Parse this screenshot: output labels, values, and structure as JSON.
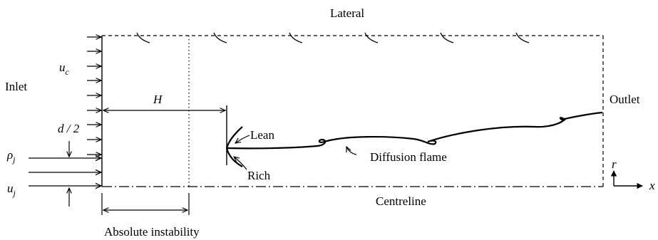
{
  "labels": {
    "lateral": "Lateral",
    "inlet": "Inlet",
    "outlet": "Outlet",
    "centreline": "Centreline",
    "lean": "Lean",
    "rich": "Rich",
    "diffusion_flame": "Diffusion flame",
    "absolute_instability": "Absolute instability",
    "H": "H",
    "d_half": "d / 2",
    "u_c_main": "u",
    "u_c_sub": "c",
    "rho_j_main": "ρ",
    "rho_j_sub": "j",
    "u_j_main": "u",
    "u_j_sub": "j",
    "axis_r": "r",
    "axis_x": "x"
  }
}
